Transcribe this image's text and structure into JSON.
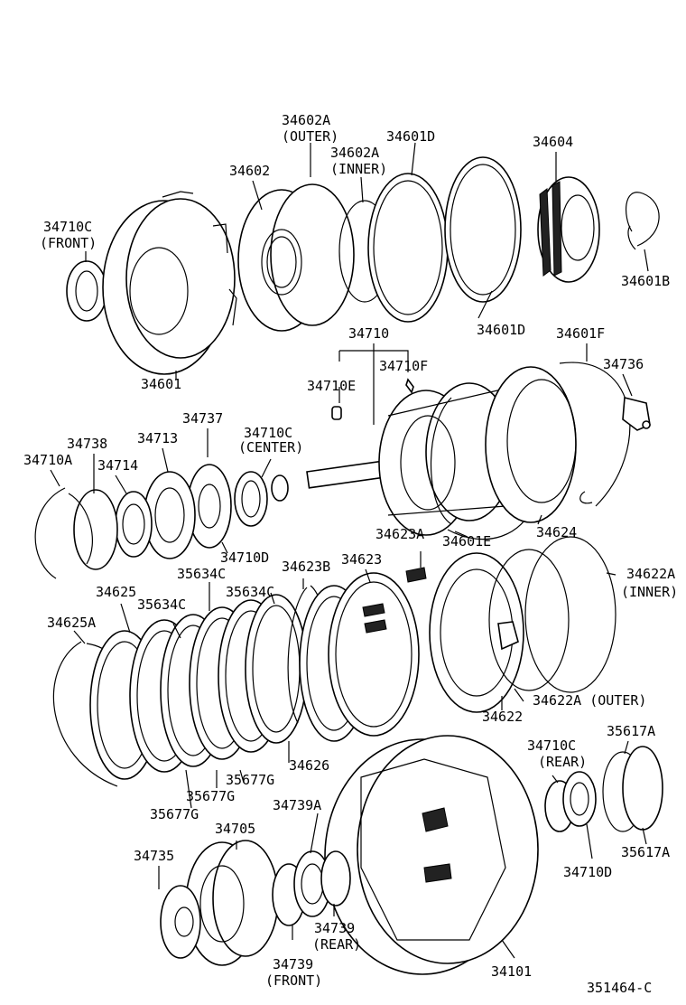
{
  "diagram": {
    "drawing_number": "351464-C",
    "labels": {
      "p34602A_outer": "34602A",
      "p34602A_outer_sub": "(OUTER)",
      "p34601D_top": "34601D",
      "p34602A_inner": "34602A",
      "p34602A_inner_sub": "(INNER)",
      "p34604": "34604",
      "p34602": "34602",
      "p34710C_front": "34710C",
      "p34710C_front_sub": "(FRONT)",
      "p34601B": "34601B",
      "p34601": "34601",
      "p34601D_bottom": "34601D",
      "p34710": "34710",
      "p34601F": "34601F",
      "p34736": "34736",
      "p34710F": "34710F",
      "p34710E": "34710E",
      "p34737": "34737",
      "p34710C_center": "34710C",
      "p34710C_center_sub": "(CENTER)",
      "p34738": "34738",
      "p34713": "34713",
      "p34710A": "34710A",
      "p34714": "34714",
      "p34624": "34624",
      "p34623A": "34623A",
      "p34601E": "34601E",
      "p34710D_center": "34710D",
      "p35634C_1": "35634C",
      "p34623B": "34623B",
      "p34623": "34623",
      "p34622A_inner": "34622A",
      "p34622A_inner_sub": "(INNER)",
      "p34625": "34625",
      "p35634C_3": "35634C",
      "p35634C_2": "35634C",
      "p34625A": "34625A",
      "p34622": "34622",
      "p34622A_outer": "34622A (OUTER)",
      "p35617A_top": "35617A",
      "p34710C_rear": "34710C",
      "p34710C_rear_sub": "(REAR)",
      "p34626": "34626",
      "p35677G_1": "35677G",
      "p35677G_2": "35677G",
      "p35677G_3": "35677G",
      "p34739A": "34739A",
      "p34705": "34705",
      "p34735": "34735",
      "p34710D_rear": "34710D",
      "p35617A_bottom": "35617A",
      "p34739_rear": "34739",
      "p34739_rear_sub": "(REAR)",
      "p34739_front": "34739",
      "p34739_front_sub": "(FRONT)",
      "p34101": "34101"
    }
  }
}
